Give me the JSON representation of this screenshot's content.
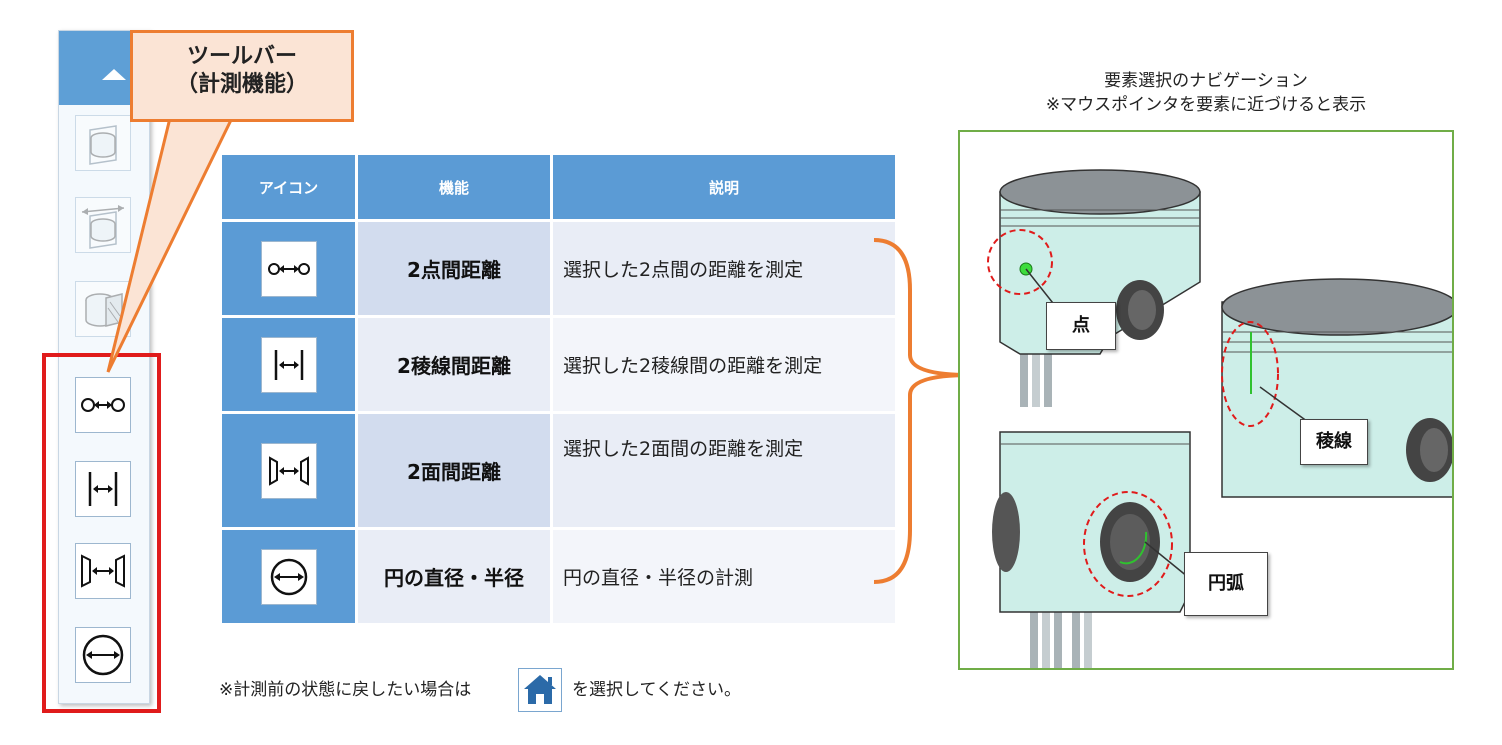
{
  "callout": {
    "line1": "ツールバー",
    "line2": "（計測機能）"
  },
  "toolbar": {
    "buttons": [
      {
        "icon": "section-cylinder-icon",
        "enabled": false
      },
      {
        "icon": "section-cylinder-arrows-icon",
        "enabled": false
      },
      {
        "icon": "cut-cylinder-icon",
        "enabled": false
      },
      {
        "icon": "point-distance-icon",
        "enabled": true
      },
      {
        "icon": "edge-distance-icon",
        "enabled": true
      },
      {
        "icon": "face-distance-icon",
        "enabled": true
      },
      {
        "icon": "circle-diameter-icon",
        "enabled": true
      }
    ]
  },
  "table": {
    "headers": [
      "アイコン",
      "機能",
      "説明"
    ],
    "rows": [
      {
        "icon": "point-distance-icon",
        "func": "2点間距離",
        "desc": "選択した2点間の距離を測定"
      },
      {
        "icon": "edge-distance-icon",
        "func": "2稜線間距離",
        "desc": "選択した2稜線間の距離を測定"
      },
      {
        "icon": "face-distance-icon",
        "func": "2面間距離",
        "desc": "選択した2面間の距離を測定"
      },
      {
        "icon": "circle-diameter-icon",
        "func": "円の直径・半径",
        "desc": "円の直径・半径の計測"
      }
    ]
  },
  "note": {
    "before": "※計測前の状態に戻したい場合は",
    "icon": "home-icon",
    "after": "を選択してください。"
  },
  "navigation": {
    "title1": "要素選択のナビゲーション",
    "title2": "※マウスポインタを要素に近づけると表示",
    "labels": {
      "point": "点",
      "edge": "稜線",
      "arc": "円弧"
    }
  },
  "colors": {
    "header_blue": "#5b9bd5",
    "callout_fill": "#fbe4d5",
    "callout_border": "#ed7d31",
    "highlight_red": "#e01b1b",
    "panel_border": "#70ad47",
    "piston": "#cdeee8"
  }
}
